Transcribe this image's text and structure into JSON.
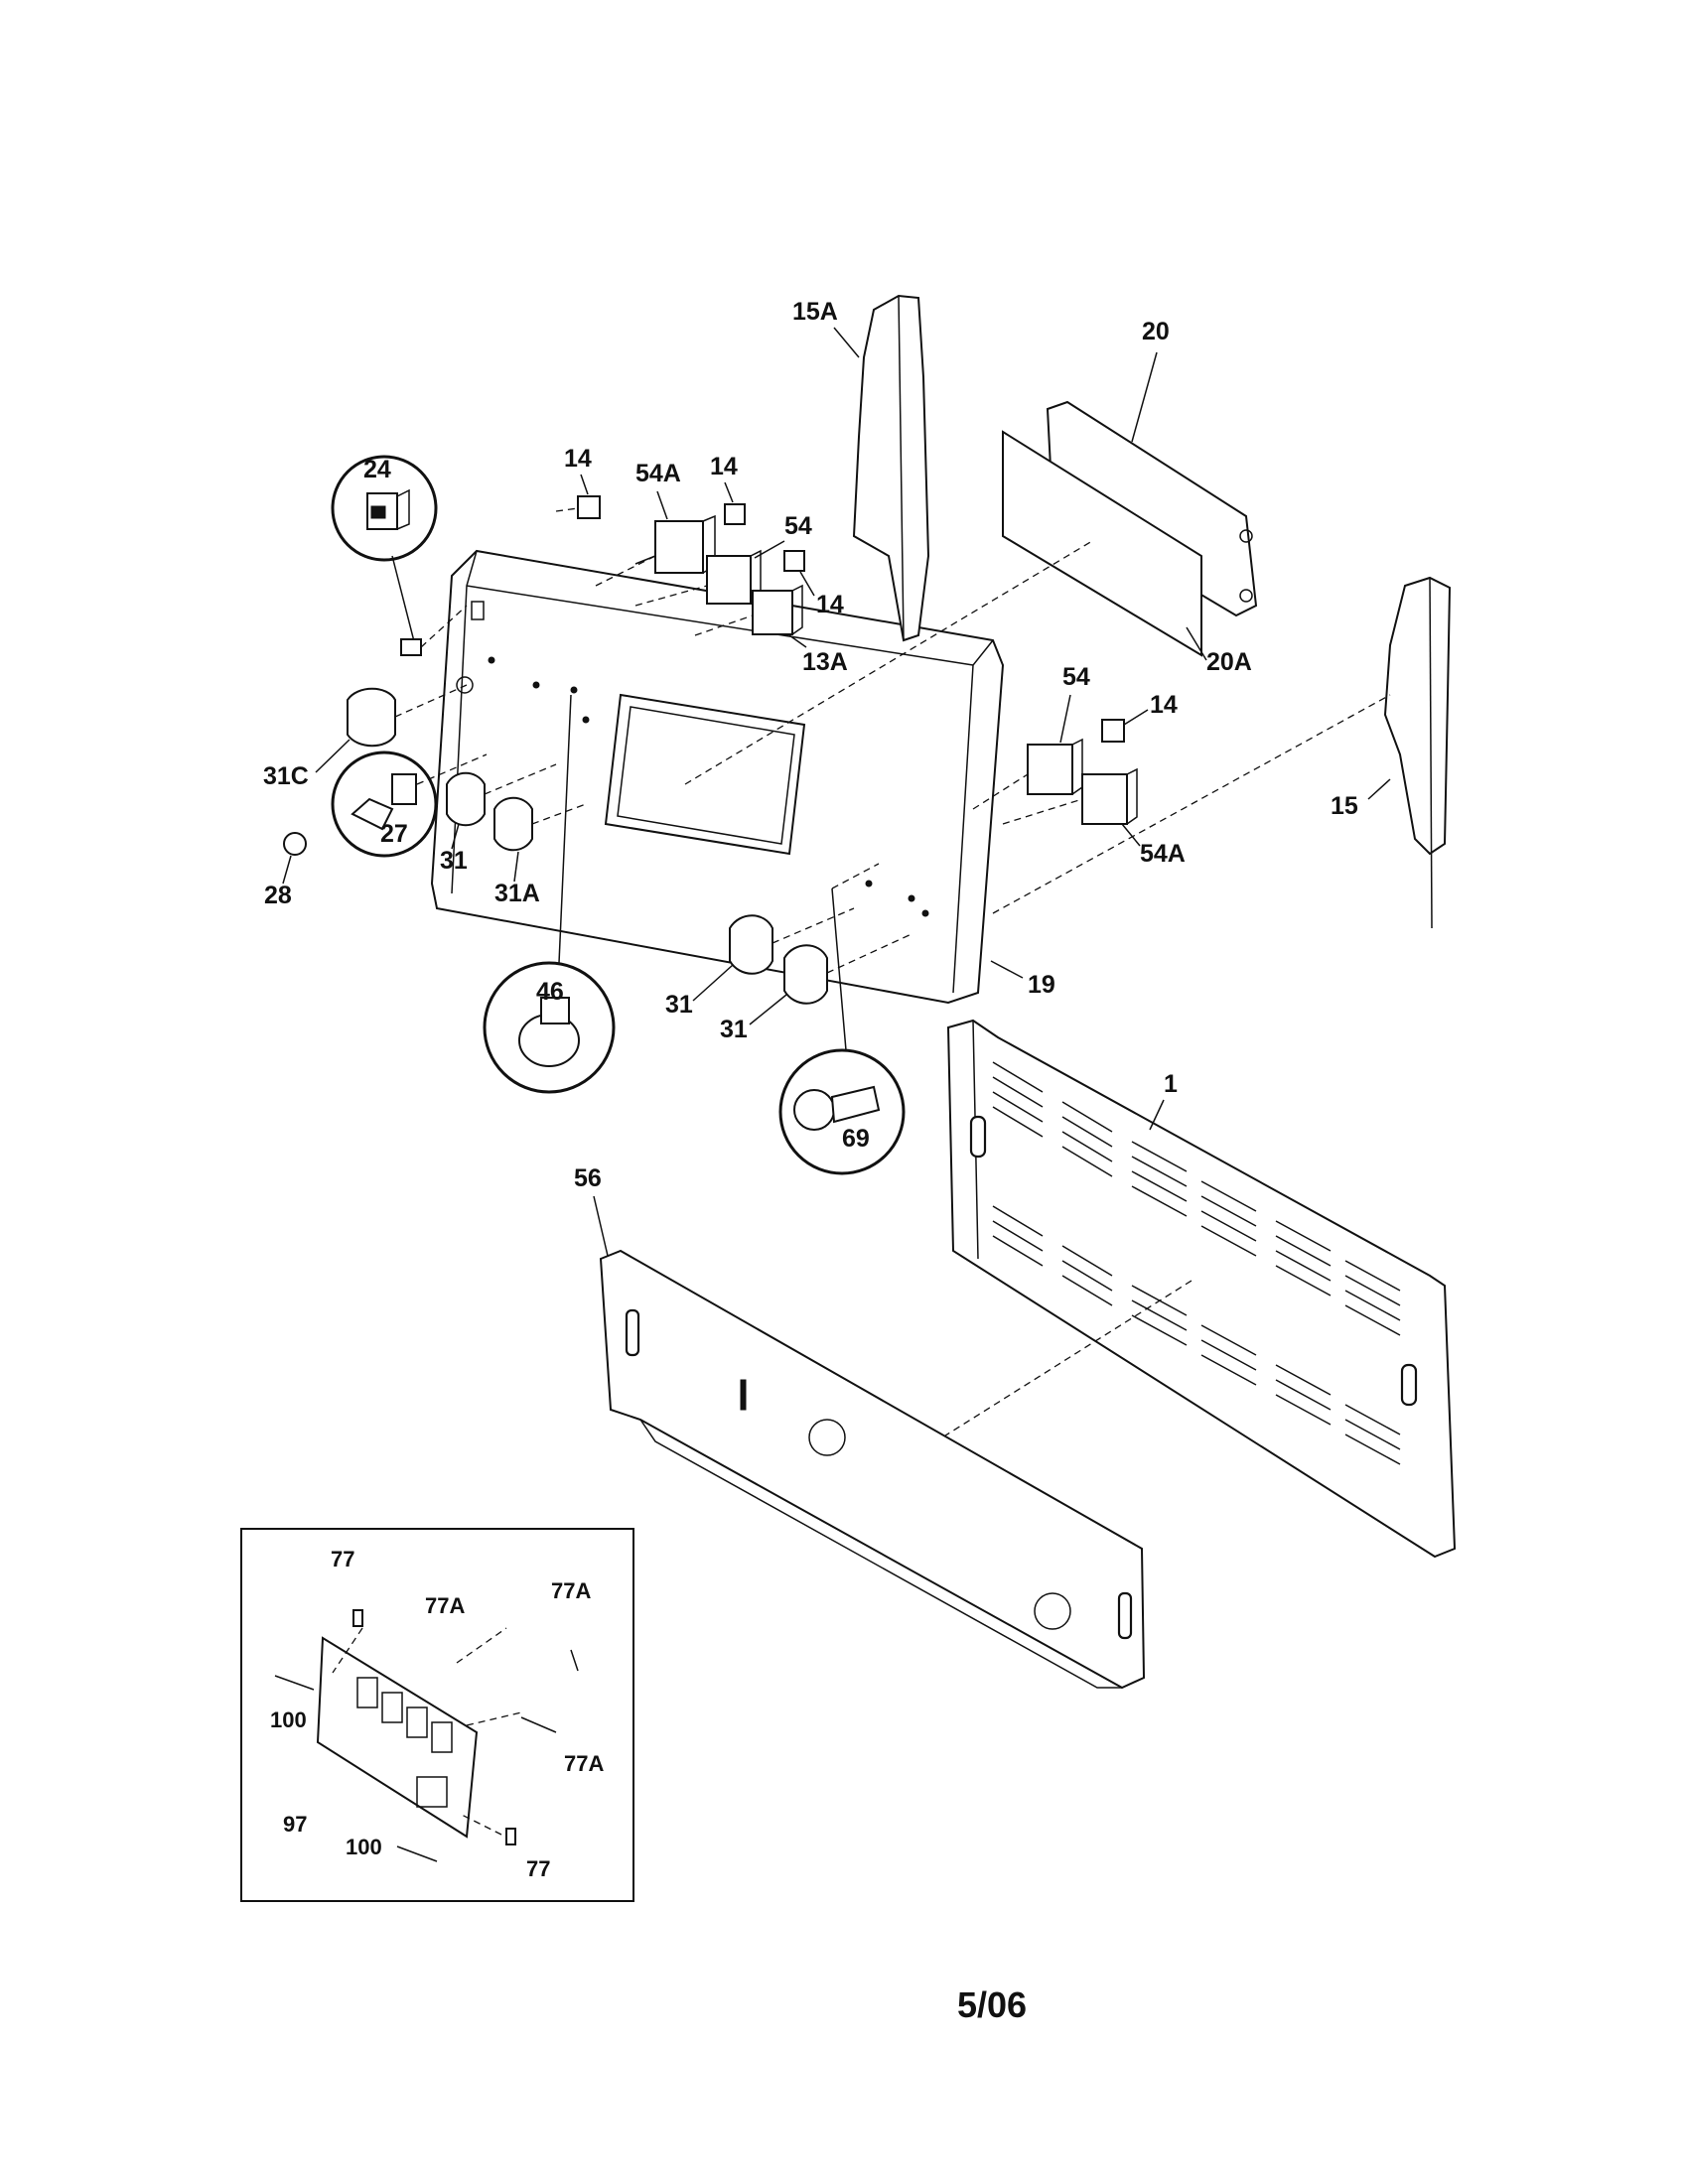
{
  "labels": {
    "l24": "24",
    "l14a": "14",
    "l54a_top": "54A",
    "l14b": "14",
    "l54_top": "54",
    "l14c": "14",
    "l13a": "13A",
    "l15a": "15A",
    "l20": "20",
    "l20a": "20A",
    "l54_right": "54",
    "l14d": "14",
    "l54a_right": "54A",
    "l15": "15",
    "l31c": "31C",
    "l27": "27",
    "l28": "28",
    "l31a": "31",
    "l31A": "31A",
    "l46": "46",
    "l31b": "31",
    "l31d": "31",
    "l69": "69",
    "l19": "19",
    "l1": "1",
    "l56": "56"
  },
  "inset": {
    "labels": {
      "i77a": "77",
      "i77A_a": "77A",
      "i77A_b": "77A",
      "i100a": "100",
      "i77A_c": "77A",
      "i97": "97",
      "i100b": "100",
      "i77b": "77"
    }
  },
  "footer": {
    "date": "5/06"
  }
}
